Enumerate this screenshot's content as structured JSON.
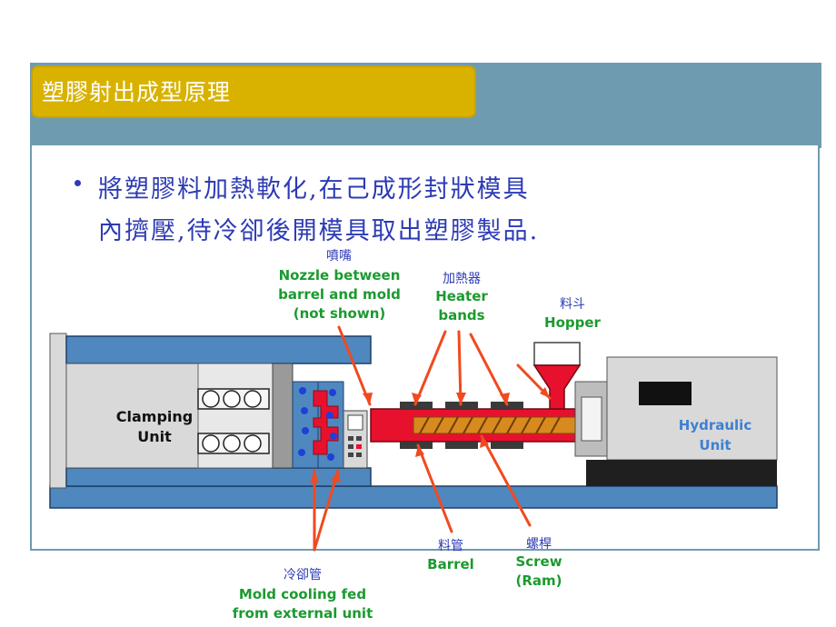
{
  "slide": {
    "title": "塑膠射出成型原理",
    "bullet_line1": "將塑膠料加熱軟化,在己成形封狀模具",
    "bullet_line2": "內擠壓,待冷卻後開模具取出塑膠製品."
  },
  "labels": {
    "nozzle": {
      "zh": "噴嘴",
      "en1": "Nozzle between",
      "en2": "barrel and mold",
      "en3": "(not shown)"
    },
    "heater": {
      "zh": "加熱器",
      "en1": "Heater",
      "en2": "bands"
    },
    "hopper": {
      "zh": "料斗",
      "en1": "Hopper"
    },
    "clamping": {
      "en1": "Clamping",
      "en2": "Unit"
    },
    "hydraulic": {
      "en1": "Hydraulic",
      "en2": "Unit"
    },
    "barrel": {
      "zh": "料管",
      "en1": "Barrel"
    },
    "screw": {
      "zh": "螺桿",
      "en1": "Screw",
      "en2": "(Ram)"
    },
    "cooling": {
      "zh": "冷卻管",
      "en1": "Mold cooling fed",
      "en2": "from external unit"
    }
  },
  "colors": {
    "header": "#6f9bb0",
    "title_box": "#d9b200",
    "bullet_text": "#2d3bb4",
    "machine_steel": "#4e88bf",
    "barrel_red": "#e8112d",
    "screw_orange": "#d98a1e",
    "arrow_red": "#f04a1f",
    "label_green": "#1b9a2e"
  }
}
